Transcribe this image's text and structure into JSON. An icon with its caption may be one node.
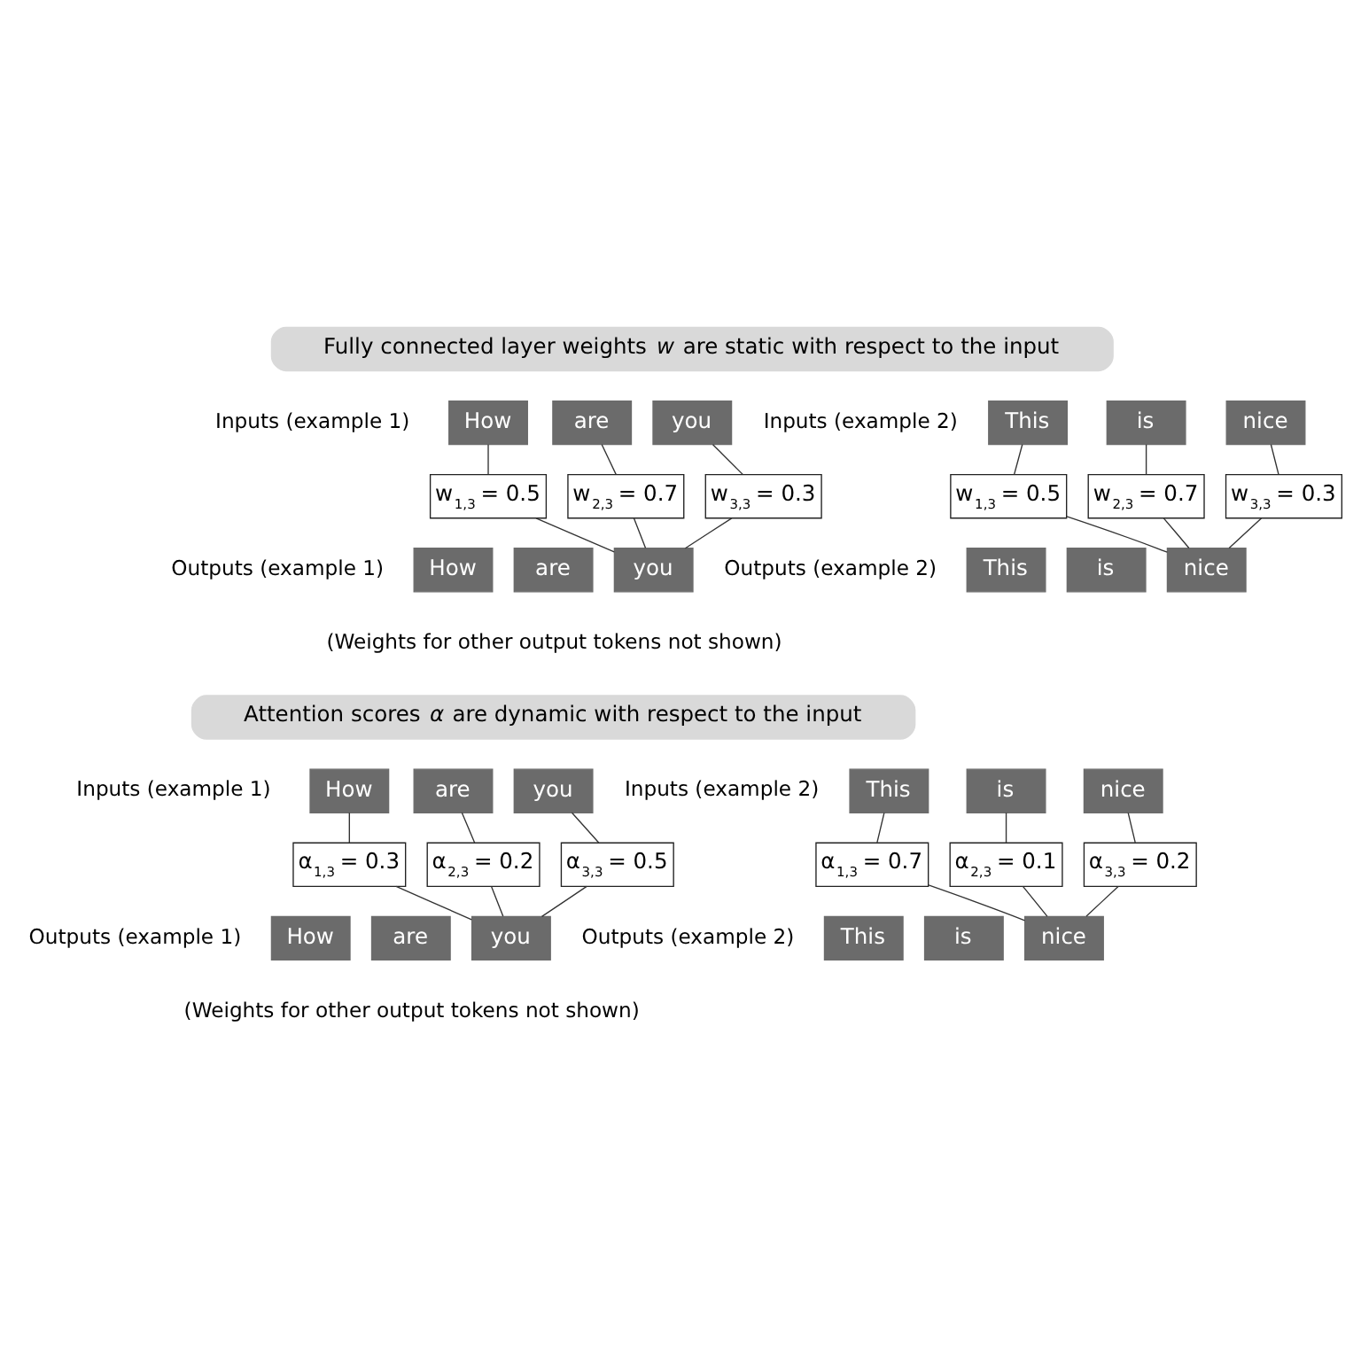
{
  "diagram": {
    "nodes": [
      {
        "text": [
          "Fully connected layer weights *w* are static with respect to the input"
        ]
      },
      {
        "text": [
          "How"
        ]
      },
      {
        "text": [
          "are"
        ]
      },
      {
        "text": [
          "you"
        ]
      },
      {
        "text": [
          "w$_{1,3}$ = 0.5"
        ]
      },
      {
        "text": [
          "w$_{2,3}$ = 0.7"
        ]
      },
      {
        "text": [
          "w$_{3,3}$ = 0.3"
        ]
      },
      {
        "text": [
          "How"
        ]
      },
      {
        "text": [
          "are"
        ]
      },
      {
        "text": [
          "you"
        ]
      },
      {
        "text": [
          "This"
        ]
      },
      {
        "text": [
          "is"
        ]
      },
      {
        "text": [
          "nice"
        ]
      },
      {
        "text": [
          "w$_{1,3}$ = 0.5"
        ]
      },
      {
        "text": [
          "w$_{2,3}$ = 0.7"
        ]
      },
      {
        "text": [
          "w$_{3,3}$ = 0.3"
        ]
      },
      {
        "text": [
          "This"
        ]
      },
      {
        "text": [
          "is"
        ]
      },
      {
        "text": [
          "nice"
        ]
      },
      {
        "text": [
          "Attention scores *α* are dynamic with respect to the input"
        ]
      },
      {
        "text": [
          "How"
        ]
      },
      {
        "text": [
          "are"
        ]
      },
      {
        "text": [
          "you"
        ]
      },
      {
        "text": [
          "α$_{1,3}$ = 0.3"
        ]
      },
      {
        "text": [
          "α$_{2,3}$ = 0.2"
        ]
      },
      {
        "text": [
          "α$_{3,3}$ = 0.5"
        ]
      },
      {
        "text": [
          "How"
        ]
      },
      {
        "text": [
          "are"
        ]
      },
      {
        "text": [
          "you"
        ]
      },
      {
        "text": [
          "This"
        ]
      },
      {
        "text": [
          "is"
        ]
      },
      {
        "text": [
          "nice"
        ]
      },
      {
        "text": [
          "α$_{1,3}$ = 0.7"
        ]
      },
      {
        "text": [
          "α$_{2,3}$ = 0.1"
        ]
      },
      {
        "text": [
          "α$_{3,3}$ = 0.2"
        ]
      },
      {
        "text": [
          "This"
        ]
      },
      {
        "text": [
          "is"
        ]
      },
      {
        "text": [
          "nice"
        ]
      }
    ],
    "edges": [
      {
        "from": 1,
        "to": 4,
        "arrow": "none"
      },
      {
        "from": 4,
        "to": 9,
        "arrow": "none"
      },
      {
        "from": 2,
        "to": 5,
        "arrow": "none"
      },
      {
        "from": 5,
        "to": 9,
        "arrow": "none"
      },
      {
        "from": 3,
        "to": 6,
        "arrow": "none"
      },
      {
        "from": 6,
        "to": 9,
        "arrow": "none"
      },
      {
        "from": 10,
        "to": 13,
        "arrow": "none"
      },
      {
        "from": 13,
        "to": 18,
        "arrow": "none"
      },
      {
        "from": 11,
        "to": 14,
        "arrow": "none"
      },
      {
        "from": 14,
        "to": 18,
        "arrow": "none"
      },
      {
        "from": 12,
        "to": 15,
        "arrow": "none"
      },
      {
        "from": 15,
        "to": 18,
        "arrow": "none"
      },
      {
        "from": 20,
        "to": 23,
        "arrow": "none"
      },
      {
        "from": 23,
        "to": 28,
        "arrow": "none"
      },
      {
        "from": 21,
        "to": 24,
        "arrow": "none"
      },
      {
        "from": 24,
        "to": 28,
        "arrow": "none"
      },
      {
        "from": 22,
        "to": 25,
        "arrow": "none"
      },
      {
        "from": 25,
        "to": 28,
        "arrow": "none"
      },
      {
        "from": 29,
        "to": 32,
        "arrow": "none"
      },
      {
        "from": 32,
        "to": 37,
        "arrow": "none"
      },
      {
        "from": 30,
        "to": 33,
        "arrow": "none"
      },
      {
        "from": 33,
        "to": 37,
        "arrow": "none"
      },
      {
        "from": 31,
        "to": 34,
        "arrow": "none"
      },
      {
        "from": 34,
        "to": 37,
        "arrow": "none"
      }
    ],
    "labels": [
      "Inputs (example 1)",
      "Inputs (example 2)",
      "Outputs (example 1)",
      "Outputs (example 2)",
      "(Weights for other output tokens not shown)",
      "Inputs (example 1)",
      "Inputs (example 2)",
      "Outputs (example 1)",
      "Outputs (example 2)",
      "(Weights for other output tokens not shown)"
    ]
  }
}
